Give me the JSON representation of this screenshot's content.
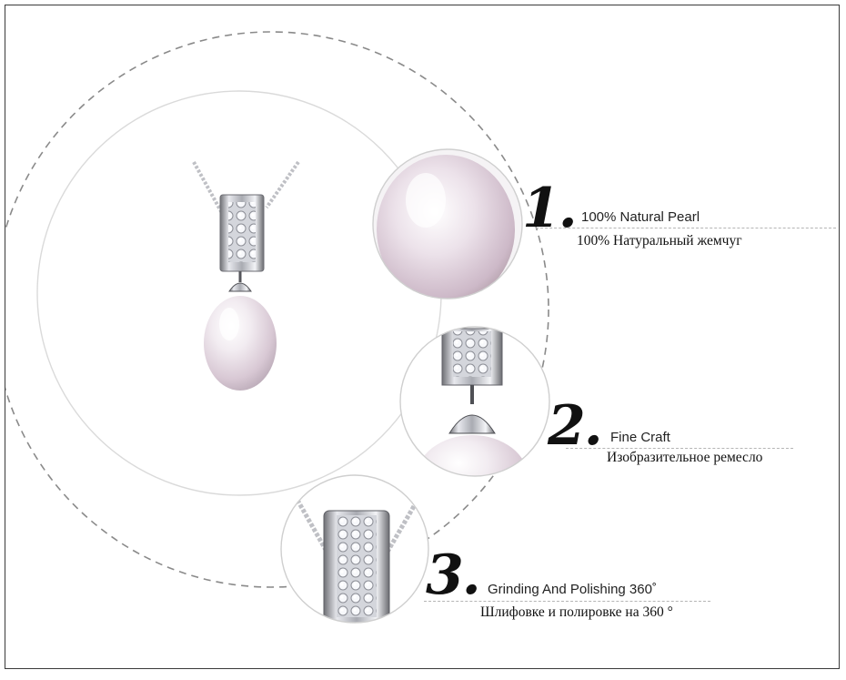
{
  "features": [
    {
      "number": "1.",
      "title_en": "100% Natural Pearl",
      "title_ru": "100% Натуральный жемчуг"
    },
    {
      "number": "2.",
      "title_en": "Fine Craft",
      "title_ru": "Изобразительное ремесло"
    },
    {
      "number": "3.",
      "title_en": "Grinding And Polishing 360˚",
      "title_ru": "Шлифовке и полировке на 360 °"
    }
  ],
  "colors": {
    "border": "#3a3a3a",
    "dashed_circle": "#8a8a8a",
    "circle_outline": "#d8d8d8",
    "pearl": "#e9e0e6",
    "silver": "#c9cbd0"
  }
}
